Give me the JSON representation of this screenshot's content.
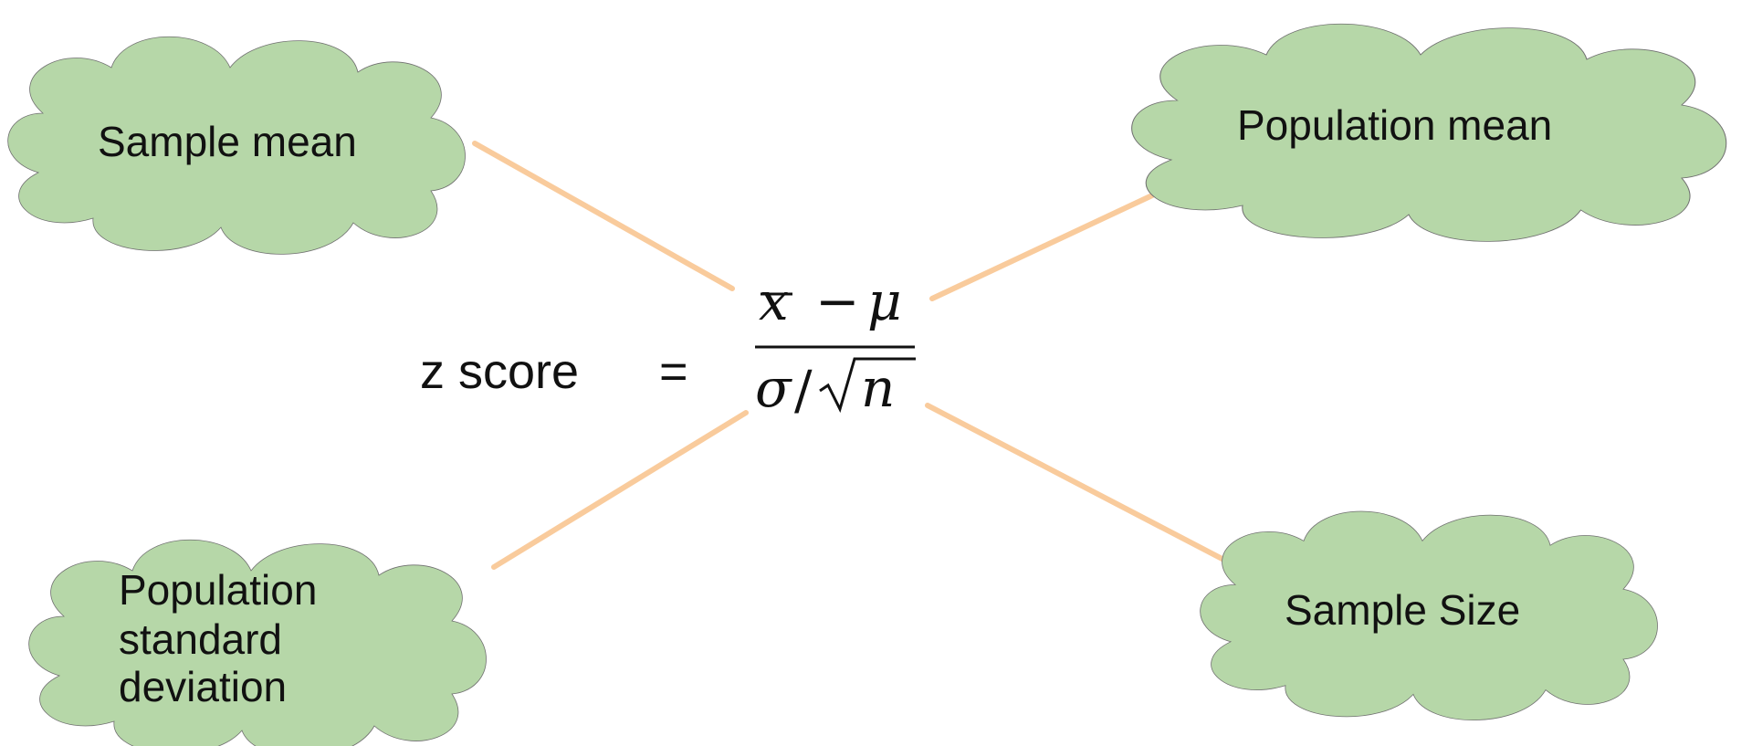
{
  "colors": {
    "cloud_fill": "#b6d7a8",
    "cloud_stroke": "#707070",
    "connector": "#f9cb9c",
    "text": "#111111"
  },
  "equation": {
    "lhs": "z score",
    "equals": "=",
    "numerator_var": "x",
    "minus": "−",
    "mu": "μ",
    "sigma": "σ",
    "slash": "/",
    "n": "n"
  },
  "clouds": {
    "sample_mean": {
      "lines": [
        "Sample mean"
      ]
    },
    "population_mean": {
      "lines": [
        "Population mean"
      ]
    },
    "population_sd": {
      "lines": [
        "Population",
        "standard",
        "deviation"
      ]
    },
    "sample_size": {
      "lines": [
        "Sample Size"
      ]
    }
  }
}
